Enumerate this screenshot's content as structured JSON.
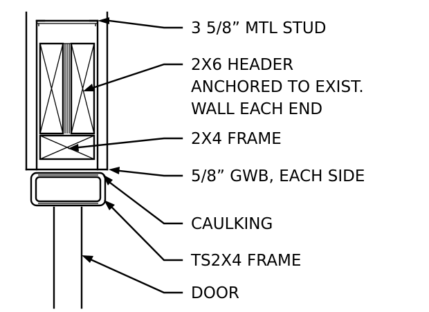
{
  "callouts": [
    {
      "id": "stud",
      "lines": [
        "3 5/8” MTL STUD"
      ]
    },
    {
      "id": "header",
      "lines": [
        "2X6 HEADER",
        "ANCHORED TO EXIST.",
        "WALL EACH END"
      ]
    },
    {
      "id": "frame",
      "lines": [
        "2X4 FRAME"
      ]
    },
    {
      "id": "gwb",
      "lines": [
        "5/8” GWB, EACH SIDE"
      ]
    },
    {
      "id": "caulk",
      "lines": [
        "CAULKING"
      ]
    },
    {
      "id": "ts",
      "lines": [
        "TS2X4 FRAME"
      ]
    },
    {
      "id": "door",
      "lines": [
        "DOOR"
      ]
    }
  ]
}
